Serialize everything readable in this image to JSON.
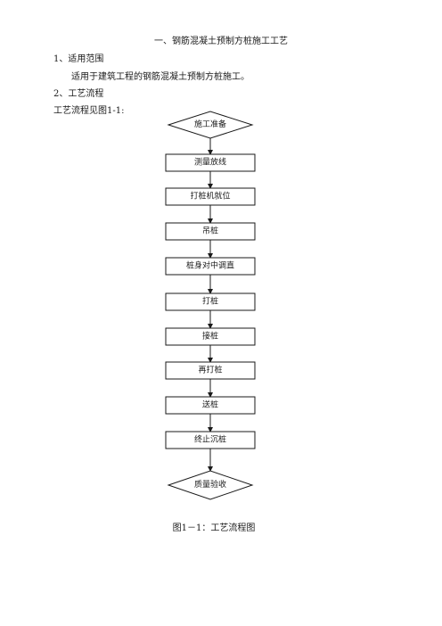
{
  "doc": {
    "title": "一、钢筋混凝土预制方桩施工工艺",
    "section1": {
      "heading": "1、适用范围",
      "body": "适用于建筑工程的钢筋混凝土预制方桩施工。"
    },
    "section2": {
      "heading": "2、工艺流程",
      "intro": "工艺流程见图1-1:"
    },
    "caption": "图1－1：工艺流程图"
  },
  "flowchart": {
    "start": "施工准备",
    "steps": [
      "测量放线",
      "打桩机就位",
      "吊桩",
      "桩身对中调直",
      "打桩",
      "接桩",
      "再打桩",
      "送桩",
      "终止沉桩"
    ],
    "end": "质量验收"
  }
}
